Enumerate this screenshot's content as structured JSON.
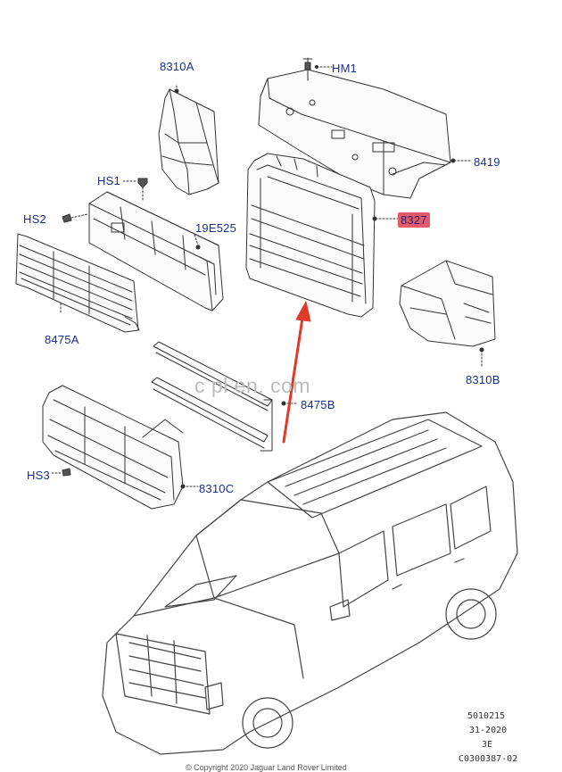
{
  "callouts": {
    "c8310a": "8310A",
    "hm1": "HM1",
    "c8419": "8419",
    "hs1": "HS1",
    "hs2": "HS2",
    "c19e525": "19E525",
    "c8327": "8327",
    "c8475a": "8475A",
    "c8310b": "8310B",
    "c8475b": "8475B",
    "hs3": "HS3",
    "c8310c": "8310C"
  },
  "watermark": "c       pl en.         com",
  "footer": {
    "line1": "5010215",
    "line2": "31-2020",
    "line3": "3E",
    "line4": "C0300387-02"
  },
  "copyright": "© Copyright 2020 Jaguar Land Rover Limited",
  "colors": {
    "callout_text": "#1a2f8a",
    "highlight": "#e45a6a",
    "arrow": "#e03a2a"
  }
}
